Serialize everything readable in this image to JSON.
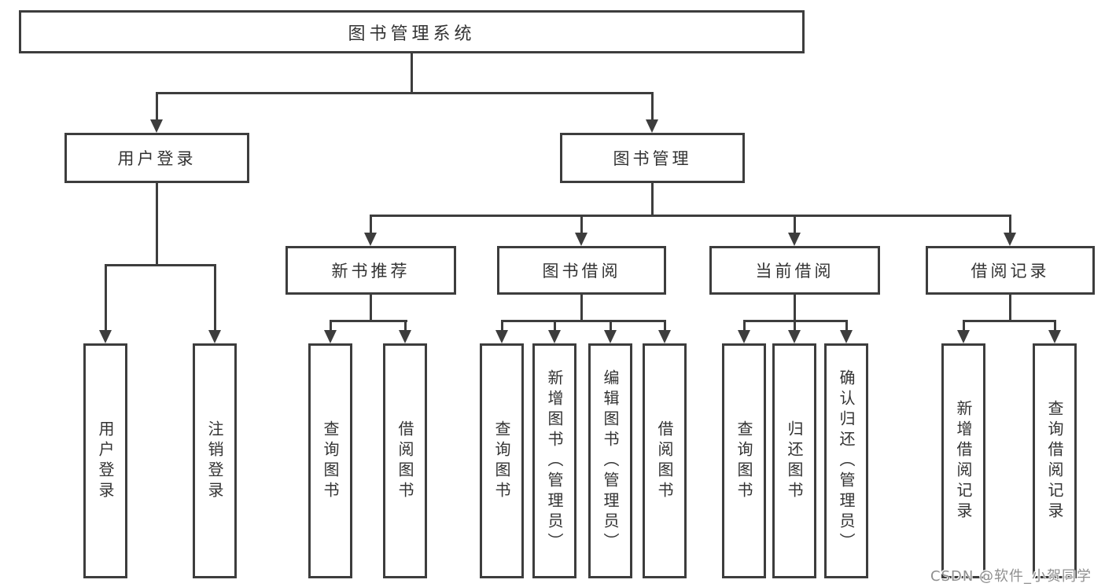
{
  "diagram": {
    "root": {
      "label": "图书管理系统"
    },
    "level2": [
      {
        "id": "user-login",
        "label": "用户登录",
        "parent": "图书管理系统"
      },
      {
        "id": "book-management",
        "label": "图书管理",
        "parent": "图书管理系统"
      }
    ],
    "level3": [
      {
        "id": "new-book-recommend",
        "label": "新书推荐",
        "parent": "图书管理"
      },
      {
        "id": "book-borrow",
        "label": "图书借阅",
        "parent": "图书管理"
      },
      {
        "id": "current-borrow",
        "label": "当前借阅",
        "parent": "图书管理"
      },
      {
        "id": "borrow-records",
        "label": "借阅记录",
        "parent": "图书管理"
      }
    ],
    "leaves": [
      {
        "id": "leaf-user-login",
        "label": "用户登录",
        "parent": "用户登录"
      },
      {
        "id": "leaf-logout",
        "label": "注销登录",
        "parent": "用户登录"
      },
      {
        "id": "leaf-query-books-recommend",
        "label": "查询图书",
        "parent": "新书推荐"
      },
      {
        "id": "leaf-borrow-books-recommend",
        "label": "借阅图书",
        "parent": "新书推荐"
      },
      {
        "id": "leaf-query-books-borrow",
        "label": "查询图书",
        "parent": "图书借阅"
      },
      {
        "id": "leaf-add-book-admin",
        "label": "新增图书（管理员）",
        "parent": "图书借阅"
      },
      {
        "id": "leaf-edit-book-admin",
        "label": "编辑图书（管理员）",
        "parent": "图书借阅"
      },
      {
        "id": "leaf-borrow-books-borrow",
        "label": "借阅图书",
        "parent": "图书借阅"
      },
      {
        "id": "leaf-query-books-current",
        "label": "查询图书",
        "parent": "当前借阅"
      },
      {
        "id": "leaf-return-books",
        "label": "归还图书",
        "parent": "当前借阅"
      },
      {
        "id": "leaf-confirm-return-admin",
        "label": "确认归还（管理员）",
        "parent": "当前借阅"
      },
      {
        "id": "leaf-add-borrow-record",
        "label": "新增借阅记录",
        "parent": "借阅记录"
      },
      {
        "id": "leaf-query-borrow-record",
        "label": "查询借阅记录",
        "parent": "借阅记录"
      }
    ],
    "watermark": "CSDN @软件_小贺同学",
    "colors": {
      "line": "#3d3d3d",
      "text": "#333333",
      "background": "#ffffff",
      "watermark": "#8f8f8f"
    }
  }
}
